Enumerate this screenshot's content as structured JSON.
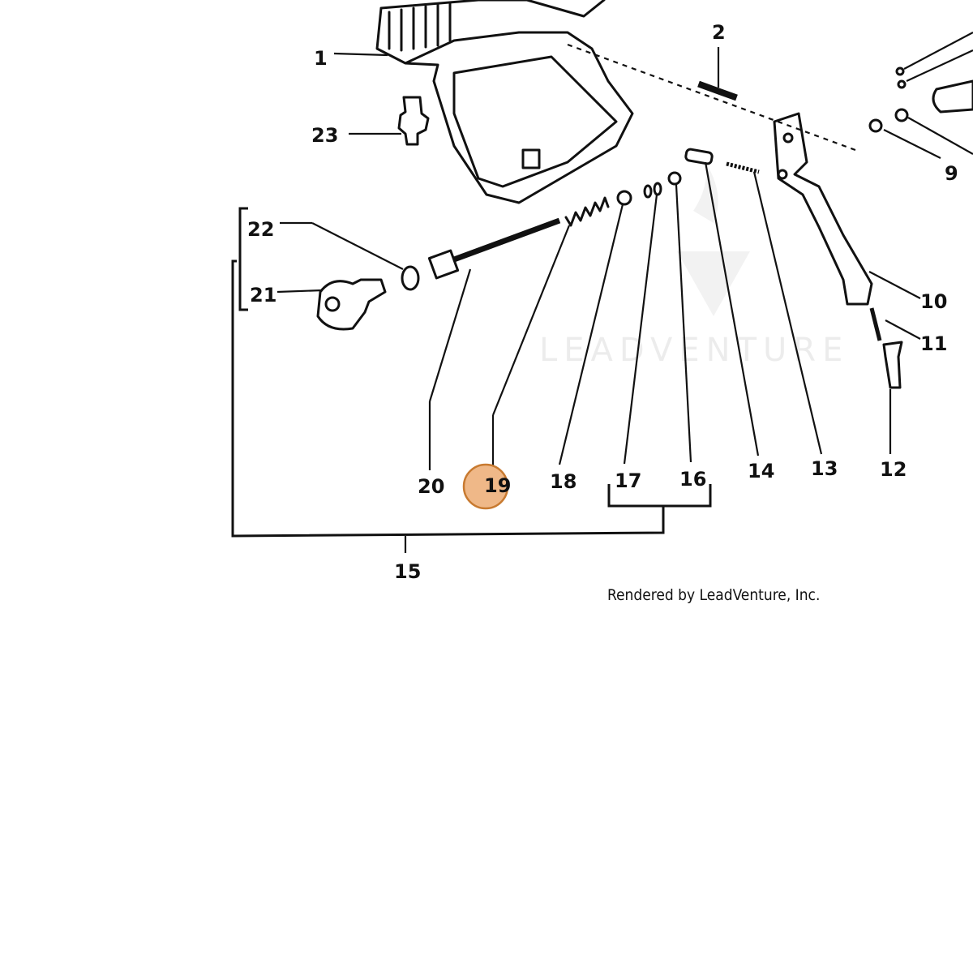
{
  "diagram": {
    "callouts": {
      "c1": "1",
      "c2": "2",
      "c9": "9",
      "c10": "10",
      "c11": "11",
      "c12": "12",
      "c13": "13",
      "c14": "14",
      "c15": "15",
      "c16": "16",
      "c17": "17",
      "c18": "18",
      "c19": "19",
      "c20": "20",
      "c21": "21",
      "c22": "22",
      "c23": "23"
    },
    "highlighted_callout": "19",
    "highlight_color": "#e9a060",
    "highlight_border_color": "#c87a30",
    "watermark": "LEADVENTURE",
    "credit": "Rendered by LeadVenture, Inc."
  }
}
